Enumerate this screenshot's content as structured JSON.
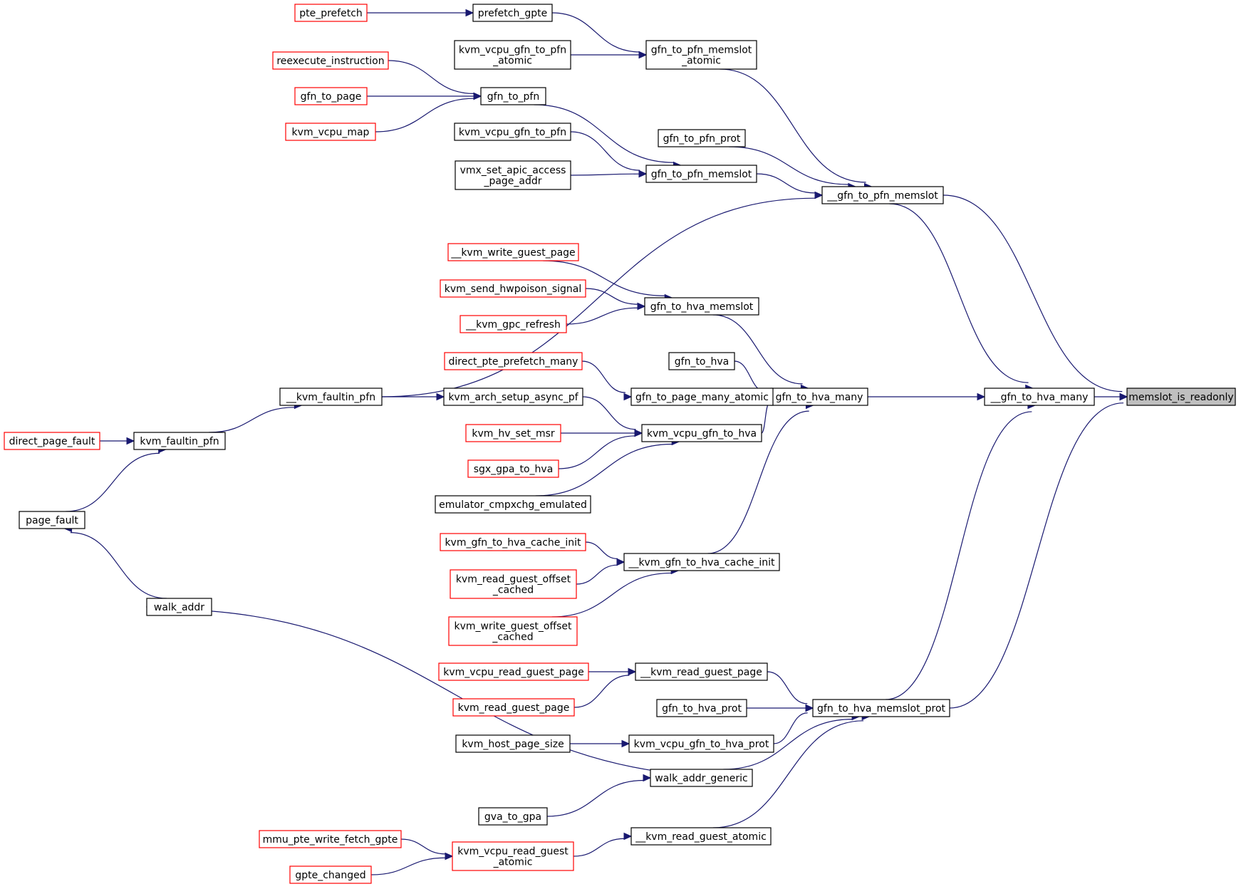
{
  "graph": {
    "nodes": [
      {
        "id": "memslot_is_readonly",
        "lines": [
          "memslot_is_readonly"
        ],
        "style": "root"
      },
      {
        "id": "__gfn_to_hva_many",
        "lines": [
          "__gfn_to_hva_many"
        ],
        "style": "normal"
      },
      {
        "id": "__gfn_to_pfn_memslot",
        "lines": [
          "__gfn_to_pfn_memslot"
        ],
        "style": "normal"
      },
      {
        "id": "gfn_to_hva_memslot_prot",
        "lines": [
          "gfn_to_hva_memslot_prot"
        ],
        "style": "normal"
      },
      {
        "id": "gfn_to_hva_many",
        "lines": [
          "gfn_to_hva_many"
        ],
        "style": "normal"
      },
      {
        "id": "gfn_to_pfn_memslot_atomic",
        "lines": [
          "gfn_to_pfn_memslot",
          "_atomic"
        ],
        "style": "normal"
      },
      {
        "id": "gfn_to_pfn_prot",
        "lines": [
          "gfn_to_pfn_prot"
        ],
        "style": "normal"
      },
      {
        "id": "gfn_to_pfn_memslot",
        "lines": [
          "gfn_to_pfn_memslot"
        ],
        "style": "normal"
      },
      {
        "id": "prefetch_gpte",
        "lines": [
          "prefetch_gpte"
        ],
        "style": "normal"
      },
      {
        "id": "pte_prefetch",
        "lines": [
          "pte_prefetch"
        ],
        "style": "truncated"
      },
      {
        "id": "kvm_vcpu_gfn_to_pfn_atomic",
        "lines": [
          "kvm_vcpu_gfn_to_pfn",
          "_atomic"
        ],
        "style": "normal"
      },
      {
        "id": "gfn_to_pfn",
        "lines": [
          "gfn_to_pfn"
        ],
        "style": "normal"
      },
      {
        "id": "reexecute_instruction",
        "lines": [
          "reexecute_instruction"
        ],
        "style": "truncated"
      },
      {
        "id": "gfn_to_page",
        "lines": [
          "gfn_to_page"
        ],
        "style": "truncated"
      },
      {
        "id": "kvm_vcpu_map",
        "lines": [
          "kvm_vcpu_map"
        ],
        "style": "truncated"
      },
      {
        "id": "kvm_vcpu_gfn_to_pfn",
        "lines": [
          "kvm_vcpu_gfn_to_pfn"
        ],
        "style": "normal"
      },
      {
        "id": "vmx_set_apic_access_page_addr",
        "lines": [
          "vmx_set_apic_access",
          "_page_addr"
        ],
        "style": "normal"
      },
      {
        "id": "__kvm_faultin_pfn",
        "lines": [
          "__kvm_faultin_pfn"
        ],
        "style": "normal"
      },
      {
        "id": "kvm_faultin_pfn",
        "lines": [
          "kvm_faultin_pfn"
        ],
        "style": "normal"
      },
      {
        "id": "direct_page_fault",
        "lines": [
          "direct_page_fault"
        ],
        "style": "truncated"
      },
      {
        "id": "page_fault",
        "lines": [
          "page_fault"
        ],
        "style": "normal"
      },
      {
        "id": "gfn_to_hva_memslot",
        "lines": [
          "gfn_to_hva_memslot"
        ],
        "style": "normal"
      },
      {
        "id": "__kvm_write_guest_page",
        "lines": [
          "__kvm_write_guest_page"
        ],
        "style": "truncated"
      },
      {
        "id": "kvm_send_hwpoison_signal",
        "lines": [
          "kvm_send_hwpoison_signal"
        ],
        "style": "truncated"
      },
      {
        "id": "__kvm_gpc_refresh",
        "lines": [
          "__kvm_gpc_refresh"
        ],
        "style": "truncated"
      },
      {
        "id": "gfn_to_hva",
        "lines": [
          "gfn_to_hva"
        ],
        "style": "normal"
      },
      {
        "id": "gfn_to_page_many_atomic",
        "lines": [
          "gfn_to_page_many_atomic"
        ],
        "style": "normal"
      },
      {
        "id": "direct_pte_prefetch_many",
        "lines": [
          "direct_pte_prefetch_many"
        ],
        "style": "truncated"
      },
      {
        "id": "kvm_vcpu_gfn_to_hva",
        "lines": [
          "kvm_vcpu_gfn_to_hva"
        ],
        "style": "normal"
      },
      {
        "id": "kvm_arch_setup_async_pf",
        "lines": [
          "kvm_arch_setup_async_pf"
        ],
        "style": "normal"
      },
      {
        "id": "kvm_hv_set_msr",
        "lines": [
          "kvm_hv_set_msr"
        ],
        "style": "truncated"
      },
      {
        "id": "sgx_gpa_to_hva",
        "lines": [
          "sgx_gpa_to_hva"
        ],
        "style": "truncated"
      },
      {
        "id": "emulator_cmpxchg_emulated",
        "lines": [
          "emulator_cmpxchg_emulated"
        ],
        "style": "normal"
      },
      {
        "id": "__kvm_gfn_to_hva_cache_init",
        "lines": [
          "__kvm_gfn_to_hva_cache_init"
        ],
        "style": "normal"
      },
      {
        "id": "kvm_gfn_to_hva_cache_init",
        "lines": [
          "kvm_gfn_to_hva_cache_init"
        ],
        "style": "truncated"
      },
      {
        "id": "kvm_read_guest_offset_cached",
        "lines": [
          "kvm_read_guest_offset",
          "_cached"
        ],
        "style": "truncated"
      },
      {
        "id": "kvm_write_guest_offset_cached",
        "lines": [
          "kvm_write_guest_offset",
          "_cached"
        ],
        "style": "truncated"
      },
      {
        "id": "walk_addr",
        "lines": [
          "walk_addr"
        ],
        "style": "normal"
      },
      {
        "id": "__kvm_read_guest_page",
        "lines": [
          "__kvm_read_guest_page"
        ],
        "style": "normal"
      },
      {
        "id": "kvm_vcpu_read_guest_page",
        "lines": [
          "kvm_vcpu_read_guest_page"
        ],
        "style": "truncated"
      },
      {
        "id": "kvm_read_guest_page",
        "lines": [
          "kvm_read_guest_page"
        ],
        "style": "truncated"
      },
      {
        "id": "gfn_to_hva_prot",
        "lines": [
          "gfn_to_hva_prot"
        ],
        "style": "normal"
      },
      {
        "id": "kvm_vcpu_gfn_to_hva_prot",
        "lines": [
          "kvm_vcpu_gfn_to_hva_prot"
        ],
        "style": "normal"
      },
      {
        "id": "kvm_host_page_size",
        "lines": [
          "kvm_host_page_size"
        ],
        "style": "normal"
      },
      {
        "id": "walk_addr_generic",
        "lines": [
          "walk_addr_generic"
        ],
        "style": "normal"
      },
      {
        "id": "gva_to_gpa",
        "lines": [
          "gva_to_gpa"
        ],
        "style": "normal"
      },
      {
        "id": "__kvm_read_guest_atomic",
        "lines": [
          "__kvm_read_guest_atomic"
        ],
        "style": "normal"
      },
      {
        "id": "kvm_vcpu_read_guest_atomic",
        "lines": [
          "kvm_vcpu_read_guest",
          "_atomic"
        ],
        "style": "truncated"
      },
      {
        "id": "mmu_pte_write_fetch_gpte",
        "lines": [
          "mmu_pte_write_fetch_gpte"
        ],
        "style": "truncated"
      },
      {
        "id": "gpte_changed",
        "lines": [
          "gpte_changed"
        ],
        "style": "truncated"
      }
    ],
    "edges": [
      {
        "from": "__gfn_to_hva_many",
        "to": "memslot_is_readonly"
      },
      {
        "from": "__gfn_to_pfn_memslot",
        "to": "memslot_is_readonly"
      },
      {
        "from": "gfn_to_hva_memslot_prot",
        "to": "memslot_is_readonly"
      },
      {
        "from": "gfn_to_hva_many",
        "to": "__gfn_to_hva_many"
      },
      {
        "from": "__gfn_to_pfn_memslot",
        "to": "__gfn_to_hva_many"
      },
      {
        "from": "gfn_to_hva_memslot_prot",
        "to": "__gfn_to_hva_many"
      },
      {
        "from": "gfn_to_pfn_memslot_atomic",
        "to": "__gfn_to_pfn_memslot"
      },
      {
        "from": "gfn_to_pfn_prot",
        "to": "__gfn_to_pfn_memslot"
      },
      {
        "from": "gfn_to_pfn_memslot",
        "to": "__gfn_to_pfn_memslot"
      },
      {
        "from": "__kvm_faultin_pfn",
        "to": "__gfn_to_pfn_memslot"
      },
      {
        "from": "prefetch_gpte",
        "to": "gfn_to_pfn_memslot_atomic"
      },
      {
        "from": "kvm_vcpu_gfn_to_pfn_atomic",
        "to": "gfn_to_pfn_memslot_atomic"
      },
      {
        "from": "pte_prefetch",
        "to": "prefetch_gpte"
      },
      {
        "from": "gfn_to_pfn",
        "to": "gfn_to_pfn_memslot"
      },
      {
        "from": "kvm_vcpu_gfn_to_pfn",
        "to": "gfn_to_pfn_memslot"
      },
      {
        "from": "vmx_set_apic_access_page_addr",
        "to": "gfn_to_pfn_memslot"
      },
      {
        "from": "reexecute_instruction",
        "to": "gfn_to_pfn"
      },
      {
        "from": "gfn_to_page",
        "to": "gfn_to_pfn"
      },
      {
        "from": "kvm_vcpu_map",
        "to": "gfn_to_pfn"
      },
      {
        "from": "kvm_faultin_pfn",
        "to": "__kvm_faultin_pfn"
      },
      {
        "from": "direct_page_fault",
        "to": "kvm_faultin_pfn"
      },
      {
        "from": "page_fault",
        "to": "kvm_faultin_pfn"
      },
      {
        "from": "walk_addr",
        "to": "page_fault"
      },
      {
        "from": "walk_addr_generic",
        "to": "walk_addr"
      },
      {
        "from": "gfn_to_hva_memslot",
        "to": "gfn_to_hva_many"
      },
      {
        "from": "gfn_to_hva",
        "to": "gfn_to_hva_many"
      },
      {
        "from": "gfn_to_page_many_atomic",
        "to": "gfn_to_hva_many"
      },
      {
        "from": "kvm_vcpu_gfn_to_hva",
        "to": "gfn_to_hva_many"
      },
      {
        "from": "__kvm_gfn_to_hva_cache_init",
        "to": "gfn_to_hva_many"
      },
      {
        "from": "__kvm_write_guest_page",
        "to": "gfn_to_hva_memslot"
      },
      {
        "from": "kvm_send_hwpoison_signal",
        "to": "gfn_to_hva_memslot"
      },
      {
        "from": "__kvm_gpc_refresh",
        "to": "gfn_to_hva_memslot"
      },
      {
        "from": "direct_pte_prefetch_many",
        "to": "gfn_to_page_many_atomic"
      },
      {
        "from": "__kvm_faultin_pfn",
        "to": "kvm_arch_setup_async_pf"
      },
      {
        "from": "kvm_arch_setup_async_pf",
        "to": "kvm_vcpu_gfn_to_hva"
      },
      {
        "from": "kvm_hv_set_msr",
        "to": "kvm_vcpu_gfn_to_hva"
      },
      {
        "from": "sgx_gpa_to_hva",
        "to": "kvm_vcpu_gfn_to_hva"
      },
      {
        "from": "emulator_cmpxchg_emulated",
        "to": "kvm_vcpu_gfn_to_hva"
      },
      {
        "from": "kvm_gfn_to_hva_cache_init",
        "to": "__kvm_gfn_to_hva_cache_init"
      },
      {
        "from": "kvm_read_guest_offset_cached",
        "to": "__kvm_gfn_to_hva_cache_init"
      },
      {
        "from": "kvm_write_guest_offset_cached",
        "to": "__kvm_gfn_to_hva_cache_init"
      },
      {
        "from": "__kvm_read_guest_page",
        "to": "gfn_to_hva_memslot_prot"
      },
      {
        "from": "gfn_to_hva_prot",
        "to": "gfn_to_hva_memslot_prot"
      },
      {
        "from": "kvm_vcpu_gfn_to_hva_prot",
        "to": "gfn_to_hva_memslot_prot"
      },
      {
        "from": "walk_addr_generic",
        "to": "gfn_to_hva_memslot_prot"
      },
      {
        "from": "__kvm_read_guest_atomic",
        "to": "gfn_to_hva_memslot_prot"
      },
      {
        "from": "kvm_vcpu_read_guest_page",
        "to": "__kvm_read_guest_page"
      },
      {
        "from": "kvm_read_guest_page",
        "to": "__kvm_read_guest_page"
      },
      {
        "from": "kvm_host_page_size",
        "to": "kvm_vcpu_gfn_to_hva_prot"
      },
      {
        "from": "gva_to_gpa",
        "to": "walk_addr_generic"
      },
      {
        "from": "kvm_vcpu_read_guest_atomic",
        "to": "__kvm_read_guest_atomic"
      },
      {
        "from": "mmu_pte_write_fetch_gpte",
        "to": "kvm_vcpu_read_guest_atomic"
      },
      {
        "from": "gpte_changed",
        "to": "kvm_vcpu_read_guest_atomic"
      }
    ]
  }
}
